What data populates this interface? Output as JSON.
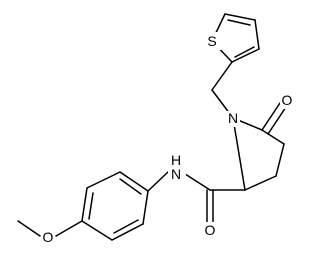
{
  "molecule": {
    "atom_labels": {
      "sulfur": "S",
      "ring_nitrogen": "N",
      "amide_nitrogen_h": "H",
      "amide_nitrogen": "N",
      "lactam_oxygen": "O",
      "amide_oxygen": "O",
      "methoxy_oxygen": "O"
    },
    "colors": {
      "bond": "#000000",
      "label": "#000000",
      "background": "#ffffff"
    }
  }
}
